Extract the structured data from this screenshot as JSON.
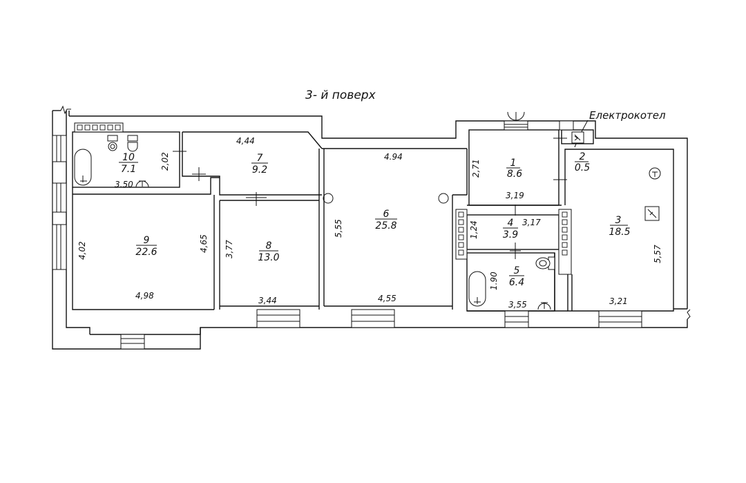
{
  "title": "3- й поверх",
  "annotation": "Електрокотел",
  "rooms": [
    {
      "id": "1",
      "number": "1",
      "area": "8.6"
    },
    {
      "id": "2",
      "number": "2",
      "area": "0.5"
    },
    {
      "id": "3",
      "number": "3",
      "area": "18.5"
    },
    {
      "id": "4",
      "number": "4",
      "area": "3.9"
    },
    {
      "id": "5",
      "number": "5",
      "area": "6.4"
    },
    {
      "id": "6",
      "number": "6",
      "area": "25.8"
    },
    {
      "id": "7",
      "number": "7",
      "area": "9.2"
    },
    {
      "id": "8",
      "number": "8",
      "area": "13.0"
    },
    {
      "id": "9",
      "number": "9",
      "area": "22.6"
    },
    {
      "id": "10",
      "number": "10",
      "area": "7.1"
    }
  ],
  "dimensions": [
    "4,44",
    "2,02",
    "3.50",
    "4.94",
    "2,71",
    "3,19",
    "3,17",
    "1,24",
    "1.90",
    "3,55",
    "5,57",
    "3,21",
    "5,55",
    "4,55",
    "3,77",
    "3,44",
    "4,65",
    "4,02",
    "4,98"
  ],
  "palette": {
    "line": "#111111",
    "background": "#ffffff"
  }
}
